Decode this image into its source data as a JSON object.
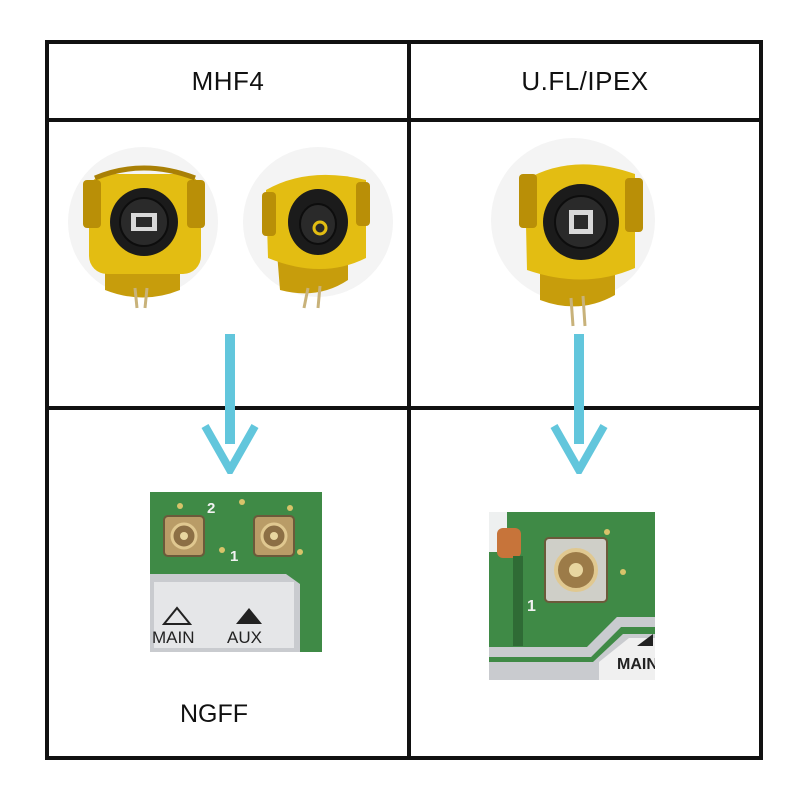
{
  "columns": [
    {
      "header": "MHF4"
    },
    {
      "header": "U.FL/IPEX"
    }
  ],
  "board_left": {
    "connector_numbers": [
      "2",
      "1"
    ],
    "antenna_labels": [
      "MAIN",
      "AUX"
    ],
    "caption": "NGFF"
  },
  "board_right": {
    "connector_number": "1",
    "antenna_label": "MAIN"
  },
  "colors": {
    "border": "#111111",
    "arrow": "#62c6dc",
    "gold": "#d9b30f",
    "pcb": "#3f8a46",
    "shield": "#c9cbcf"
  }
}
